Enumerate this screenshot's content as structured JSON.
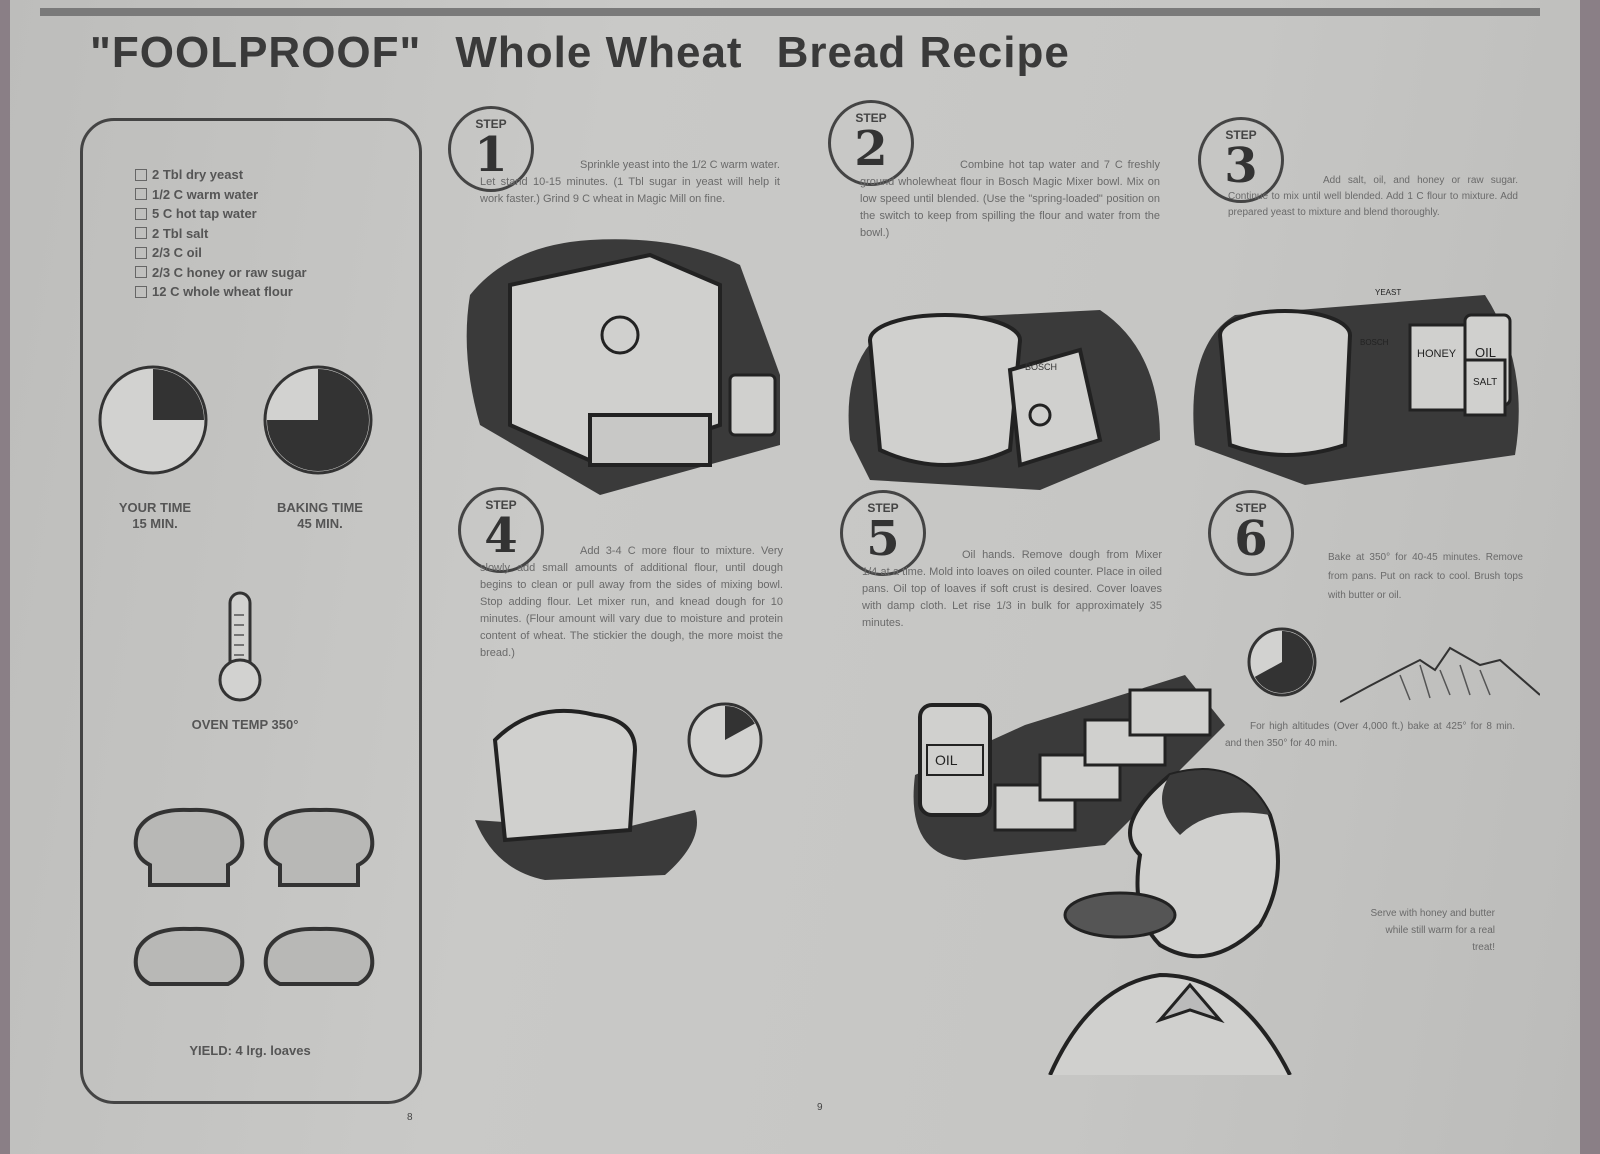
{
  "title": {
    "part1": "\"FOOLPROOF\"",
    "part2": "Whole Wheat",
    "part3": "Bread Recipe"
  },
  "ingredients": [
    "2 Tbl dry yeast",
    "1/2 C warm water",
    "5 C hot tap water",
    "2 Tbl salt",
    "2/3 C oil",
    "2/3 C honey or raw sugar",
    "12 C whole wheat flour"
  ],
  "your_time": {
    "label": "YOUR TIME",
    "value": "15 MIN.",
    "fraction": 0.25
  },
  "baking_time": {
    "label": "BAKING TIME",
    "value": "45 MIN.",
    "fraction": 0.75
  },
  "oven_temp": "OVEN TEMP 350°",
  "yield": "YIELD: 4 lrg. loaves",
  "step_word": "STEP",
  "steps": [
    {
      "number": "1",
      "text": "Sprinkle yeast into the 1/2 C warm water. Let stand 10-15 minutes. (1 Tbl sugar in yeast will help it work faster.) Grind 9 C wheat in Magic Mill on fine."
    },
    {
      "number": "2",
      "text": "Combine hot tap water and 7 C freshly ground wholewheat flour in Bosch Magic Mixer bowl. Mix on low speed until blended. (Use the \"spring-loaded\" position on the switch to keep from spilling the flour and water from the bowl.)"
    },
    {
      "number": "3",
      "text": "Add salt, oil, and honey or raw sugar. Continue to mix until well blended. Add 1 C flour to mixture. Add prepared yeast to mixture and blend thoroughly."
    },
    {
      "number": "4",
      "text": "Add 3-4 C more flour to mixture. Very slowly add small amounts of additional flour, until dough begins to clean or pull away from the sides of mixing bowl. Stop adding flour. Let mixer run, and knead dough for 10 minutes. (Flour amount will vary due to moisture and protein content of wheat. The stickier the dough, the more moist the bread.)",
      "clock_fraction": 0.17
    },
    {
      "number": "5",
      "text": "Oil hands. Remove dough from Mixer 1/4 at a time. Mold into loaves on oiled counter. Place in oiled pans. Oil top of loaves if soft crust is desired. Cover loaves with damp cloth. Let rise 1/3 in bulk for approximately 35 minutes."
    },
    {
      "number": "6",
      "text": "Bake at 350° for 40-45 minutes. Remove from pans. Put on rack to cool. Brush tops with butter or oil.",
      "clock_fraction": 0.67
    }
  ],
  "illustration_labels": {
    "bosch": "BOSCH",
    "honey": "HONEY",
    "oil": "OIL",
    "salt": "SALT",
    "yeast": "YEAST",
    "oil_bottle": "OIL"
  },
  "high_altitude": "For high altitudes (Over 4,000 ft.) bake at 425° for 8 min. and then 350° for 40 min.",
  "serve": "Serve with honey and butter while still warm for a real treat!",
  "page_numbers": [
    "8",
    "9"
  ]
}
